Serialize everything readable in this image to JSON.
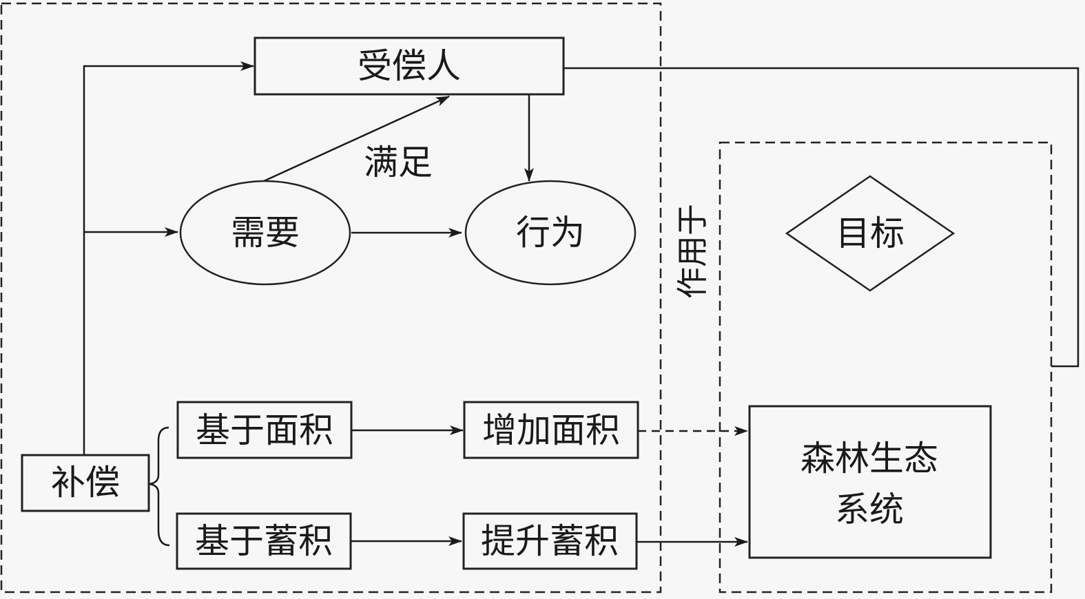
{
  "diagram": {
    "regions": [
      {
        "id": "left-region",
        "style": "dashed"
      },
      {
        "id": "right-region",
        "style": "dashed"
      }
    ],
    "nodes": {
      "recipient": {
        "label": "受偿人",
        "shape": "rectangle"
      },
      "need": {
        "label": "需要",
        "shape": "ellipse"
      },
      "behavior": {
        "label": "行为",
        "shape": "ellipse"
      },
      "compensation": {
        "label": "补偿",
        "shape": "rectangle"
      },
      "area_based": {
        "label": "基于面积",
        "shape": "rectangle"
      },
      "stock_based": {
        "label": "基于蓄积",
        "shape": "rectangle"
      },
      "increase_area": {
        "label": "增加面积",
        "shape": "rectangle"
      },
      "raise_stock": {
        "label": "提升蓄积",
        "shape": "rectangle"
      },
      "goal": {
        "label": "目标",
        "shape": "diamond"
      },
      "forest_ecosystem": {
        "label_line1": "森林生态",
        "label_line2": "系统",
        "shape": "rectangle"
      }
    },
    "edge_labels": {
      "satisfy": "满足",
      "acts_on": "作用于"
    },
    "edges": [
      {
        "from": "compensation",
        "to": "recipient",
        "style": "solid"
      },
      {
        "from": "compensation",
        "to": "need",
        "style": "solid"
      },
      {
        "from": "need",
        "to": "recipient",
        "style": "solid",
        "label": "满足"
      },
      {
        "from": "need",
        "to": "behavior",
        "style": "solid"
      },
      {
        "from": "recipient",
        "to": "behavior",
        "style": "solid"
      },
      {
        "from": "compensation",
        "to": "area_based",
        "style": "brace"
      },
      {
        "from": "compensation",
        "to": "stock_based",
        "style": "brace"
      },
      {
        "from": "area_based",
        "to": "increase_area",
        "style": "solid"
      },
      {
        "from": "stock_based",
        "to": "raise_stock",
        "style": "solid"
      },
      {
        "from": "increase_area",
        "to": "forest_ecosystem",
        "style": "dashed"
      },
      {
        "from": "raise_stock",
        "to": "forest_ecosystem",
        "style": "solid"
      },
      {
        "from": "recipient",
        "to": "right-region",
        "style": "solid-line"
      }
    ]
  }
}
